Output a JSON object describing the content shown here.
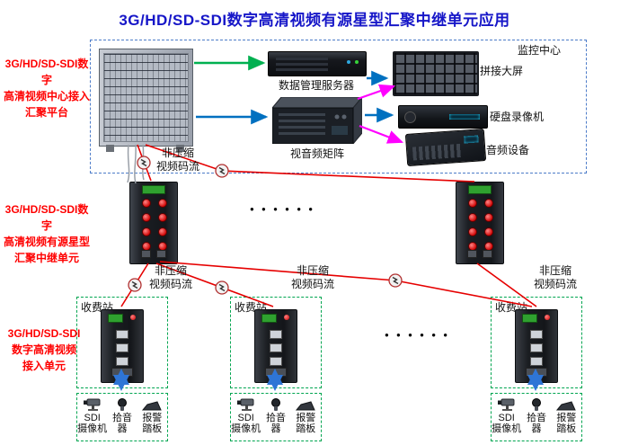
{
  "title": "3G/HD/SD-SDI数字高清视频有源星型汇聚中继单元应用",
  "side_labels": {
    "platform": "3G/HD/SD-SDI数字\n高清视频中心接入\n汇聚平台",
    "relay": "3G/HD/SD-SDI数字\n高清视频有源星型\n汇聚中继单元",
    "access": "3G/HD/SD-SDI\n数字高清视频\n接入单元"
  },
  "monitoring_center": {
    "title": "监控中心",
    "server_label": "数据管理服务器",
    "screen_label": "拼接大屏",
    "matrix_label": "视音频矩阵",
    "dvr_label": "硬盘录像机",
    "audio_label": "音频设备"
  },
  "stream_label": "非压缩\n视频码流",
  "ellipsis": "● ● ● ● ● ●",
  "toll_station_label": "收费站",
  "sensors": {
    "camera": "SDI\n摄像机",
    "pickup": "拾音\n器",
    "pedal": "报警\n踏板"
  },
  "colors": {
    "title": "#1616c8",
    "side_label": "#ff0000",
    "red_line": "#e60000",
    "green_arrow": "#00b050",
    "blue_arrow": "#0070c0",
    "magenta_arrow": "#ff00ff",
    "link_arrow": "#2e75d6",
    "center_border": "#4d7cc9",
    "station_border": "#00a550"
  }
}
